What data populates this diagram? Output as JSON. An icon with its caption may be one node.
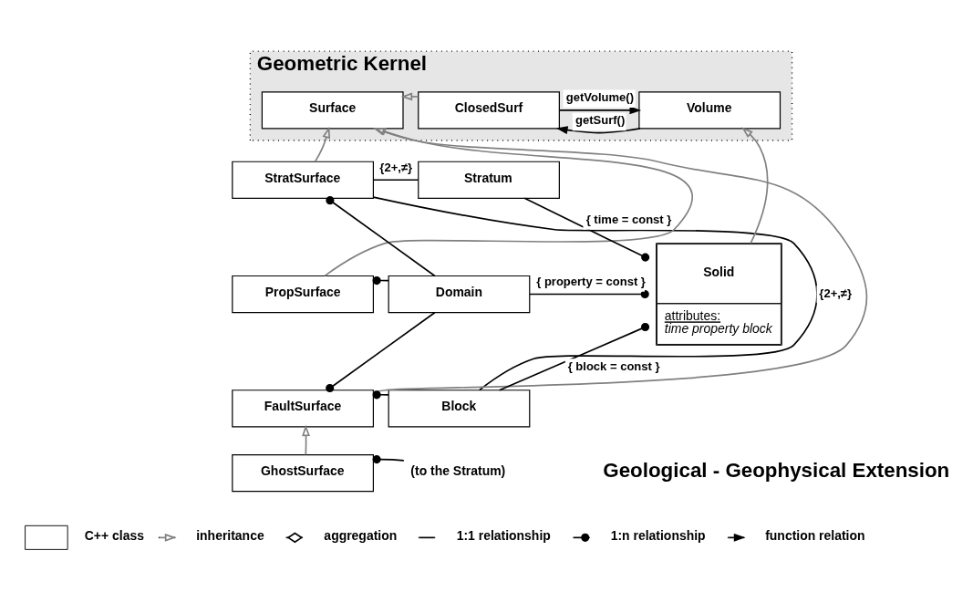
{
  "diagram": {
    "nodes": [
      {
        "text": [
          "Geometric Kernel"
        ]
      },
      {
        "text": [
          "Surface"
        ],
        "in": 0
      },
      {
        "text": [
          "ClosedSurf"
        ],
        "in": 0
      },
      {
        "text": [
          "Volume"
        ],
        "in": 0
      },
      {
        "text": [
          "StratSurface"
        ]
      },
      {
        "text": [
          "PropSurface"
        ]
      },
      {
        "text": [
          "FaultSurface"
        ]
      },
      {
        "text": [
          "GhostSurface"
        ]
      },
      {
        "text": [
          "Stratum"
        ]
      },
      {
        "text": [
          "Domain"
        ]
      },
      {
        "text": [
          "Block"
        ]
      },
      {
        "text": [
          "Solid",
          "attributes:",
          "time property block"
        ]
      },
      {
        "text": [
          "(to the Stratum)"
        ]
      }
    ],
    "edges": [
      {
        "from": 2,
        "to": 1,
        "arrow": "to",
        "color": "#808080"
      },
      {
        "from": 2,
        "to": 3,
        "arrow": "to",
        "label": "getVolume()"
      },
      {
        "from": 3,
        "to": 2,
        "arrow": "to",
        "label": "getSurf()"
      },
      {
        "from": 4,
        "to": 1,
        "arrow": "to",
        "color": "#808080"
      },
      {
        "from": 5,
        "to": 1,
        "arrow": "to",
        "color": "#808080"
      },
      {
        "from": 6,
        "to": 1,
        "arrow": "to",
        "color": "#808080"
      },
      {
        "from": 7,
        "to": 6,
        "arrow": "to",
        "color": "#808080"
      },
      {
        "from": 11,
        "to": 3,
        "arrow": "to",
        "color": "#808080"
      },
      {
        "from": 4,
        "to": 8,
        "arrow": "none",
        "label": "{2+,≠}"
      },
      {
        "from": 9,
        "to": 4,
        "arrow": "other"
      },
      {
        "from": 4,
        "to": 10,
        "arrow": "none",
        "label": "{2+,≠}"
      },
      {
        "from": 9,
        "to": 5,
        "arrow": "other"
      },
      {
        "from": 9,
        "to": 6,
        "arrow": "other"
      },
      {
        "from": 10,
        "to": 6,
        "arrow": "other"
      },
      {
        "from": 12,
        "to": 7,
        "arrow": "other"
      },
      {
        "from": 8,
        "to": 11,
        "arrow": "other",
        "label": "{ time = const }"
      },
      {
        "from": 9,
        "to": 11,
        "arrow": "other",
        "label": "{ property = const }"
      },
      {
        "from": 10,
        "to": 11,
        "arrow": "other",
        "label": "{ block = const }"
      }
    ],
    "labels": [
      "Geological - Geophysical Extension"
    ],
    "legend": [
      {
        "text": "C++ class"
      },
      {
        "text": "inheritance"
      },
      {
        "text": "aggregation"
      },
      {
        "text": "1:1 relationship"
      },
      {
        "text": "1:n relationship"
      },
      {
        "text": "function relation"
      }
    ]
  }
}
